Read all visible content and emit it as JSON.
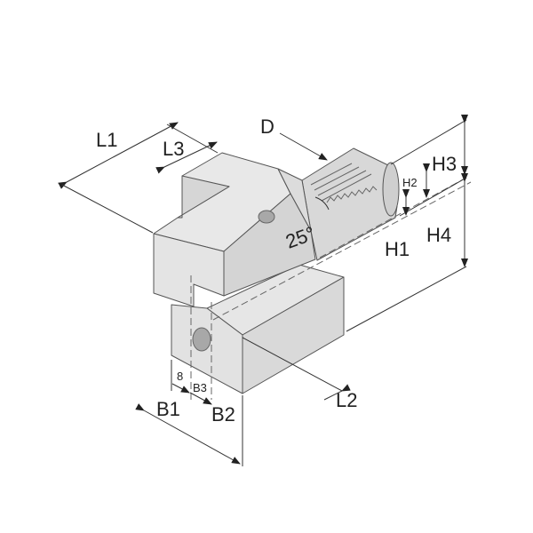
{
  "drawing": {
    "subject": "toolholder",
    "labels": {
      "L1": "L1",
      "L3": "L3",
      "D": "D",
      "H3": "H3",
      "H2": "H2",
      "H1": "H1",
      "H4": "H4",
      "angle": "25°",
      "eight": "8",
      "B3": "B3",
      "B1": "B1",
      "B2": "B2",
      "L2": "L2"
    },
    "colors": {
      "face_light": "#e2e2e2",
      "face_mid": "#d2d2d2",
      "face_dark": "#c4c4c4",
      "hole": "#a8a8a8"
    }
  }
}
